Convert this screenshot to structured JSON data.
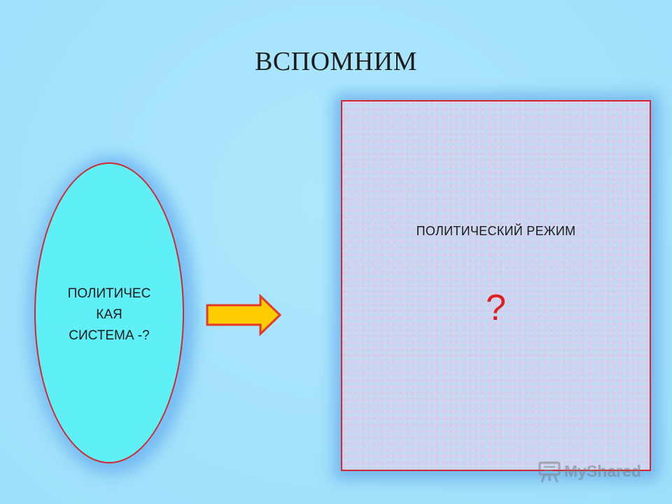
{
  "slide": {
    "title": "ВСПОМНИМ",
    "ellipse": {
      "lines": [
        "ПОЛИТИЧЕС",
        "КАЯ",
        "СИСТЕМА -?"
      ]
    },
    "arrow": {
      "icon": "right-arrow-icon",
      "fill": "#ffcc00",
      "stroke": "#e23a2a"
    },
    "box": {
      "heading": "ПОЛИТИЧЕСКИЙ РЕЖИМ",
      "mark": "?"
    },
    "watermark": {
      "text": "MyShared",
      "icon": "presentation-board-icon"
    }
  },
  "colors": {
    "background": "#a6e4fb",
    "ellipse_fill": "#5ef0f6",
    "border_red": "#d5262c",
    "question_red": "#e01e1e"
  }
}
